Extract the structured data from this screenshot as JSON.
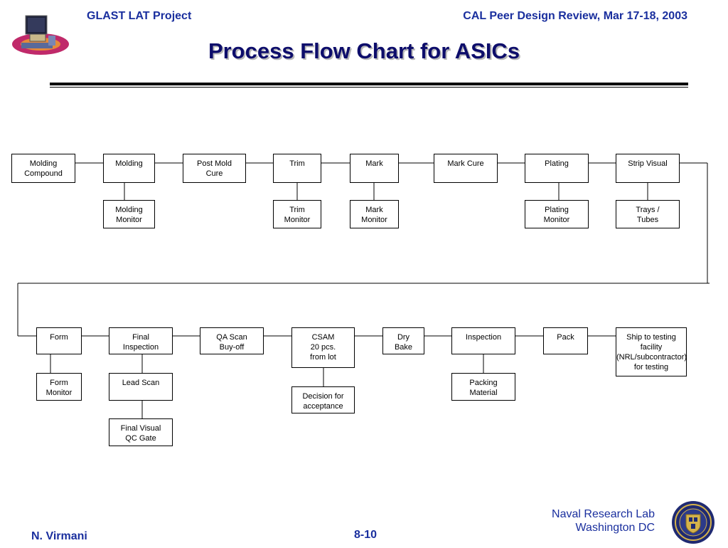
{
  "header": {
    "left": "GLAST LAT Project",
    "right": "CAL Peer Design Review, Mar 17-18, 2003"
  },
  "title": "Process Flow Chart for ASICs",
  "flow": {
    "row1": {
      "steps": [
        "Molding\nCompound",
        "Molding",
        "Post Mold\nCure",
        "Trim",
        "Mark",
        "Mark Cure",
        "Plating",
        "Strip Visual"
      ],
      "subs": [
        "Molding\nMonitor",
        "Trim\nMonitor",
        "Mark\nMonitor",
        "Plating\nMonitor",
        "Trays /\nTubes"
      ]
    },
    "row2": {
      "steps": [
        "Form",
        "Final\nInspection",
        "QA Scan\nBuy-off",
        "CSAM\n20 pcs.\nfrom lot",
        "Dry\nBake",
        "Inspection",
        "Pack",
        "Ship to testing\nfacility\n(NRL/subcontractor)\nfor testing"
      ],
      "subs": [
        "Form\nMonitor",
        "Lead Scan",
        "Final Visual\nQC Gate",
        "Decision for\nacceptance",
        "Packing\nMaterial"
      ]
    }
  },
  "footer": {
    "author": "N. Virmani",
    "page": "8-10",
    "org": "Naval Research Lab\nWashington DC"
  },
  "icons": {
    "logo": "glast-satellite-logo",
    "seal": "nrl-seal"
  },
  "colors": {
    "header_text": "#1a2f9e",
    "title_text": "#0d0d6b"
  }
}
